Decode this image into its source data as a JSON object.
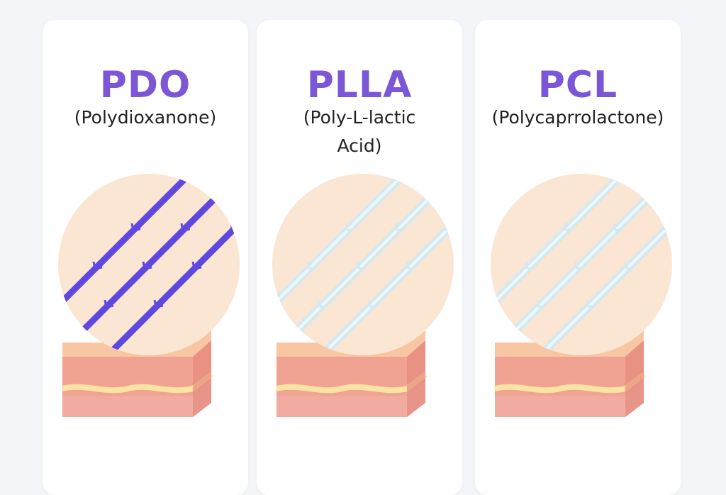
{
  "colors": {
    "title": "#7b56d6",
    "pdo_thread": "#5e48e0",
    "clear_thread": "#d3e9ef",
    "circle_fill": "#fbe6d3",
    "skin_top": "#f9c6a3",
    "skin_layer": "#ef9c8f",
    "fat_line": "#fbe3a4"
  },
  "cards": [
    {
      "title": "PDO",
      "subtitle": "(Polydioxanone)",
      "thread_icon": "blue-thread-icon"
    },
    {
      "title": "PLLA",
      "subtitle": "(Poly-L-lactic\nAcid)",
      "thread_icon": "clear-thread-icon"
    },
    {
      "title": "PCL",
      "subtitle": "(Polycaprrolactone)",
      "thread_icon": "clear-thread-icon"
    }
  ]
}
